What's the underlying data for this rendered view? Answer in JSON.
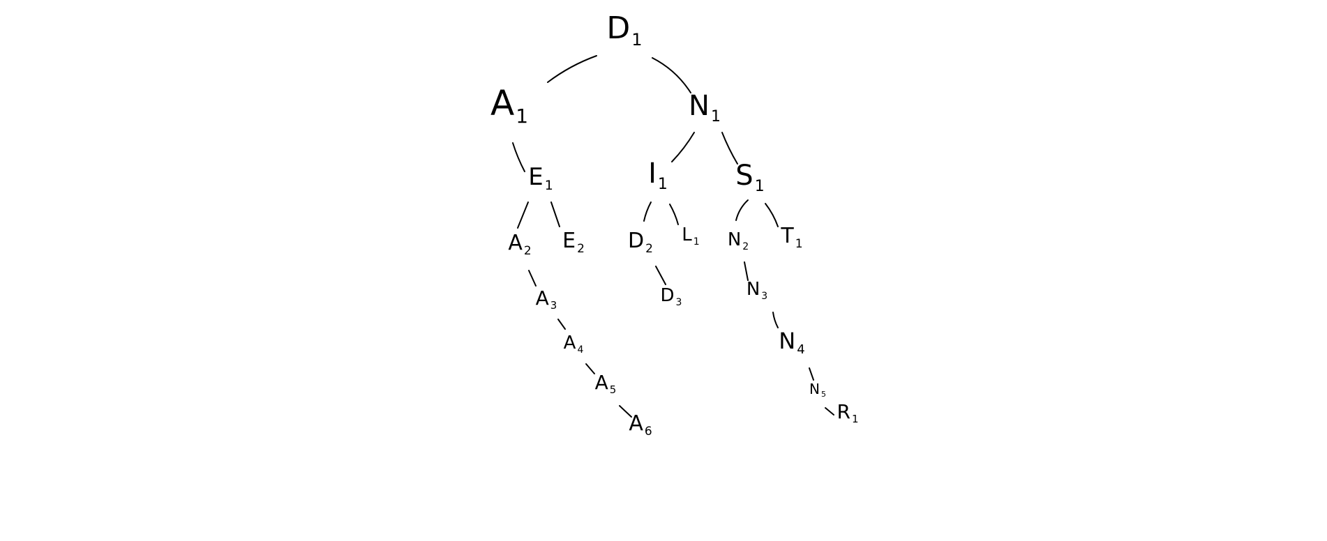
{
  "diagram": {
    "type": "tree",
    "ink_color": "#000000",
    "background": "#ffffff",
    "nodes": [
      {
        "id": "D1",
        "letter": "D",
        "index": "1",
        "parent": null
      },
      {
        "id": "A1",
        "letter": "A",
        "index": "1",
        "parent": "D1"
      },
      {
        "id": "N1",
        "letter": "N",
        "index": "1",
        "parent": "D1"
      },
      {
        "id": "E1",
        "letter": "E",
        "index": "1",
        "parent": "A1"
      },
      {
        "id": "I1",
        "letter": "I",
        "index": "1",
        "parent": "N1"
      },
      {
        "id": "S1",
        "letter": "S",
        "index": "1",
        "parent": "N1"
      },
      {
        "id": "A2",
        "letter": "A",
        "index": "2",
        "parent": "E1"
      },
      {
        "id": "E2",
        "letter": "E",
        "index": "2",
        "parent": "E1"
      },
      {
        "id": "D2",
        "letter": "D",
        "index": "2",
        "parent": "I1"
      },
      {
        "id": "L1",
        "letter": "L",
        "index": "1",
        "parent": "I1"
      },
      {
        "id": "N2",
        "letter": "N",
        "index": "2",
        "parent": "S1"
      },
      {
        "id": "T1",
        "letter": "T",
        "index": "1",
        "parent": "S1"
      },
      {
        "id": "A3",
        "letter": "A",
        "index": "3",
        "parent": "A2"
      },
      {
        "id": "D3",
        "letter": "D",
        "index": "3",
        "parent": "D2"
      },
      {
        "id": "N3",
        "letter": "N",
        "index": "3",
        "parent": "N2"
      },
      {
        "id": "A4",
        "letter": "A",
        "index": "4",
        "parent": "A3"
      },
      {
        "id": "N4",
        "letter": "N",
        "index": "4",
        "parent": "N3"
      },
      {
        "id": "A5",
        "letter": "A",
        "index": "5",
        "parent": "A4"
      },
      {
        "id": "N5",
        "letter": "N",
        "index": "5",
        "parent": "N4"
      },
      {
        "id": "A6",
        "letter": "A",
        "index": "6",
        "parent": "A5"
      },
      {
        "id": "R1",
        "letter": "R",
        "index": "1",
        "parent": "N5"
      }
    ]
  }
}
